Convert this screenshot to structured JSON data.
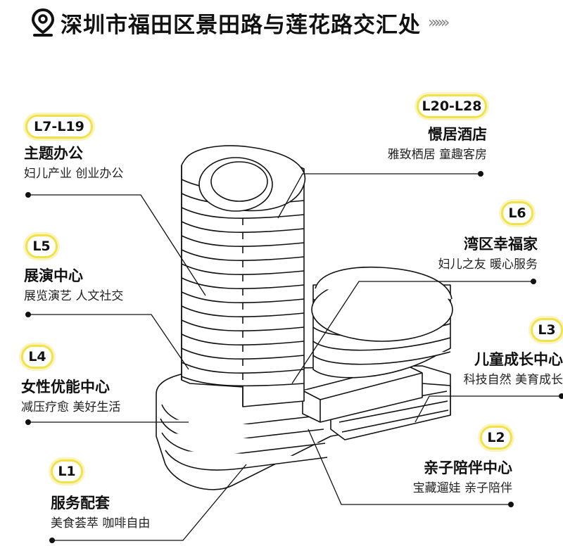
{
  "header": {
    "title": "深圳市福田区景田路与莲花路交汇处",
    "arrows": "»»»»»",
    "icon": "location-pin-icon"
  },
  "floors": [
    {
      "id": "l7-l19",
      "badge": "L7-L19",
      "name": "主题办公",
      "desc": "妇儿产业  创业办公"
    },
    {
      "id": "l20-l28",
      "badge": "L20-L28",
      "name": "憬居酒店",
      "desc": "雅致栖居 童趣客房"
    },
    {
      "id": "l6",
      "badge": "L6",
      "name": "湾区幸福家",
      "desc": "妇儿之友  暖心服务"
    },
    {
      "id": "l5",
      "badge": "L5",
      "name": "展演中心",
      "desc": "展览演艺  人文社交"
    },
    {
      "id": "l3",
      "badge": "L3",
      "name": "儿童成长中心",
      "desc": "科技自然 美育成长"
    },
    {
      "id": "l4",
      "badge": "L4",
      "name": "女性优能中心",
      "desc": "减压疗愈  美好生活"
    },
    {
      "id": "l2",
      "badge": "L2",
      "name": "亲子陪伴中心",
      "desc": "宝藏遛娃 亲子陪伴"
    },
    {
      "id": "l1",
      "badge": "L1",
      "name": "服务配套",
      "desc": "美食荟萃  咖啡自由"
    }
  ],
  "colors": {
    "badge_border": "#f2e24a",
    "line": "#111111",
    "arrows": "#888888"
  }
}
